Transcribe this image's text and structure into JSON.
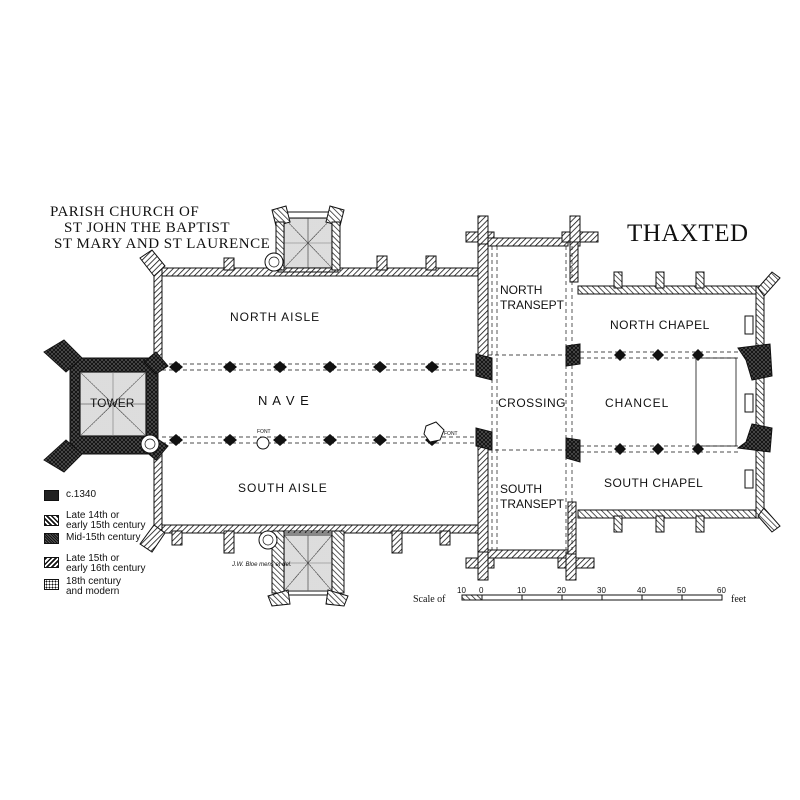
{
  "header": {
    "line1": "PARISH CHURCH OF",
    "line2": "ST JOHN THE BAPTIST",
    "line3": "ST MARY AND ST LAURENCE",
    "title": "THAXTED"
  },
  "rooms": {
    "north_aisle": "NORTH AISLE",
    "nave": "N A V E",
    "south_aisle": "SOUTH AISLE",
    "tower": "TOWER",
    "north_transept_1": "NORTH",
    "north_transept_2": "TRANSEPT",
    "crossing": "CROSSING",
    "south_transept_1": "SOUTH",
    "south_transept_2": "TRANSEPT",
    "north_chapel": "NORTH CHAPEL",
    "chancel": "CHANCEL",
    "south_chapel": "SOUTH CHAPEL",
    "font_1": "FONT",
    "font_2": "FONT"
  },
  "legend": [
    {
      "text": "c.1340",
      "pattern": "solid-dark"
    },
    {
      "text": "Late 14th or early 15th century",
      "line1": "Late 14th or",
      "line2": "early 15th century",
      "pattern": "diag-right"
    },
    {
      "text": "Mid-15th century",
      "pattern": "cross-dark"
    },
    {
      "text": "Late 15th or early 16th century",
      "line1": "Late 15th or",
      "line2": "early 16th century",
      "pattern": "diag-left"
    },
    {
      "text": "18th century and modern",
      "line1": "18th century",
      "line2": "and modern",
      "pattern": "dots"
    }
  ],
  "credit": "J.W. Bloe mens et del.",
  "scale": {
    "label": "Scale of",
    "ticks": [
      "10",
      "0",
      "10",
      "20",
      "30",
      "40",
      "50",
      "60"
    ],
    "unit": "feet"
  },
  "colors": {
    "ink": "#111111",
    "paper": "#ffffff"
  }
}
